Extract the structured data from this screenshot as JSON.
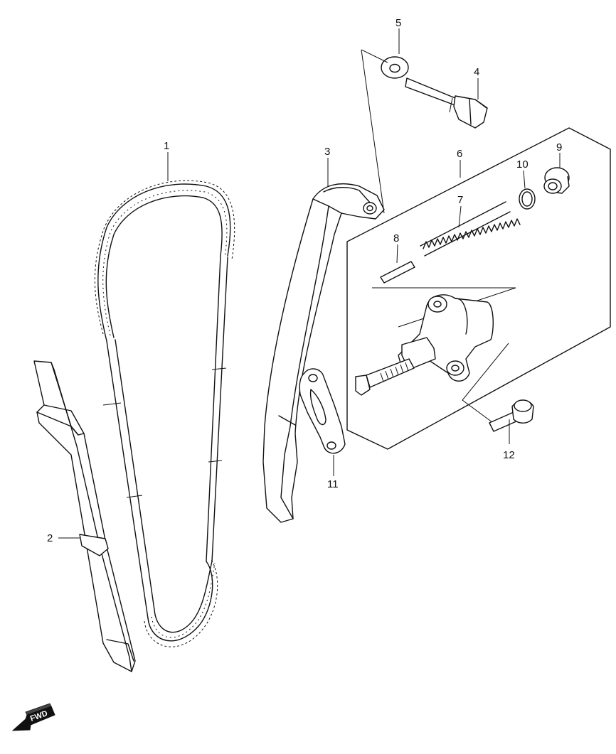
{
  "diagram": {
    "callouts": [
      {
        "id": "1",
        "label": "1"
      },
      {
        "id": "2",
        "label": "2"
      },
      {
        "id": "3",
        "label": "3"
      },
      {
        "id": "4",
        "label": "4"
      },
      {
        "id": "5",
        "label": "5"
      },
      {
        "id": "6",
        "label": "6"
      },
      {
        "id": "7",
        "label": "7"
      },
      {
        "id": "8",
        "label": "8"
      },
      {
        "id": "9",
        "label": "9"
      },
      {
        "id": "10",
        "label": "10"
      },
      {
        "id": "11",
        "label": "11"
      },
      {
        "id": "12",
        "label": "12"
      }
    ],
    "direction_badge": {
      "label": "FWD",
      "icon": "forward-arrow-icon"
    },
    "colors": {
      "line": "#111111",
      "background": "#ffffff"
    }
  }
}
